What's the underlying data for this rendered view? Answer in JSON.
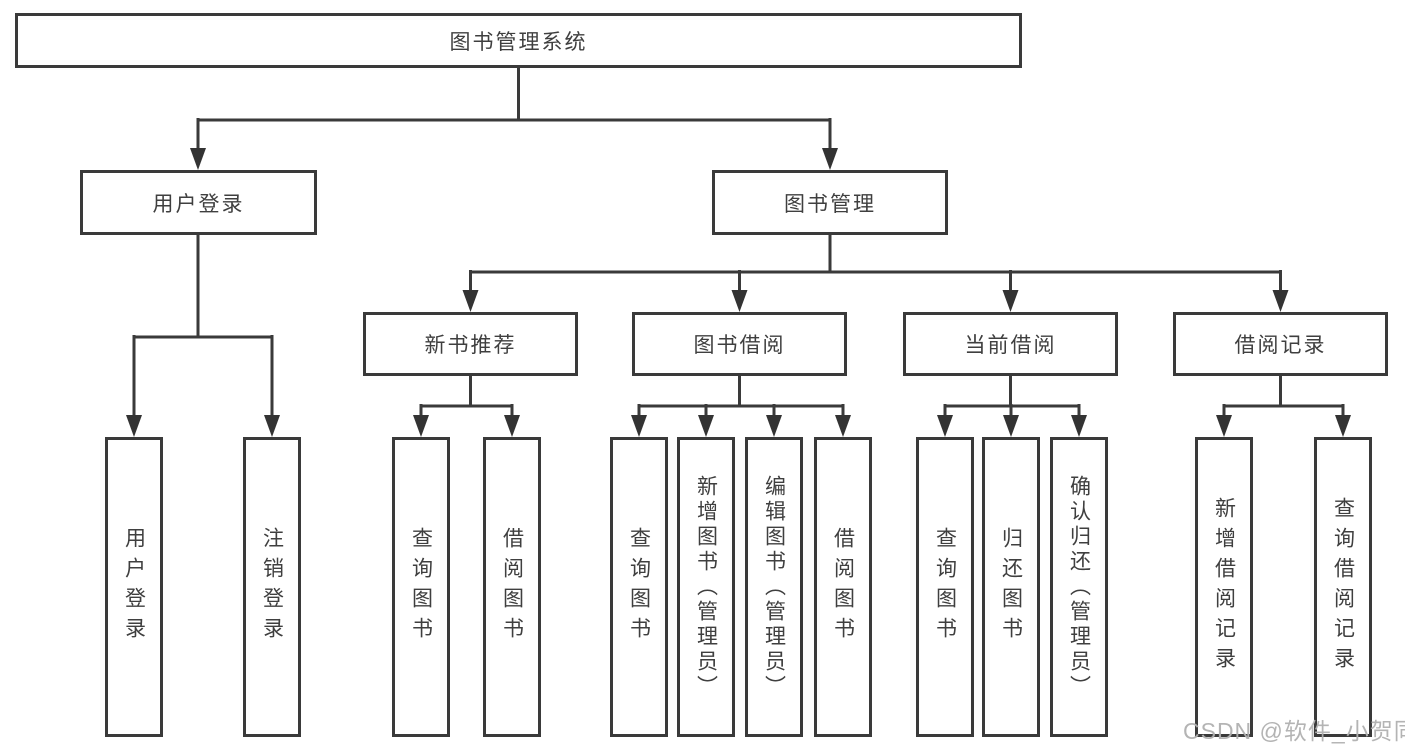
{
  "diagram": {
    "root": {
      "label": "图书管理系统"
    },
    "level2": [
      {
        "label": "用户登录"
      },
      {
        "label": "图书管理"
      }
    ],
    "login_children": [
      {
        "label": "用户登录"
      },
      {
        "label": "注销登录"
      }
    ],
    "mgmt_children": [
      {
        "label": "新书推荐",
        "children": [
          {
            "label": "查询图书"
          },
          {
            "label": "借阅图书"
          }
        ]
      },
      {
        "label": "图书借阅",
        "children": [
          {
            "label": "查询图书"
          },
          {
            "label": "新增图书（管理员）"
          },
          {
            "label": "编辑图书（管理员）"
          },
          {
            "label": "借阅图书"
          }
        ]
      },
      {
        "label": "当前借阅",
        "children": [
          {
            "label": "查询图书"
          },
          {
            "label": "归还图书"
          },
          {
            "label": "确认归还（管理员）"
          }
        ]
      },
      {
        "label": "借阅记录",
        "children": [
          {
            "label": "新增借阅记录"
          },
          {
            "label": "查询借阅记录"
          }
        ]
      }
    ]
  },
  "watermark": {
    "text": "CSDN @软件_小贺同学"
  },
  "colors": {
    "line": "#3a3a3a",
    "text": "#3f3f3f",
    "box_background": "#ffffff",
    "watermark": "#b0b0b0",
    "background": "#ffffff"
  }
}
